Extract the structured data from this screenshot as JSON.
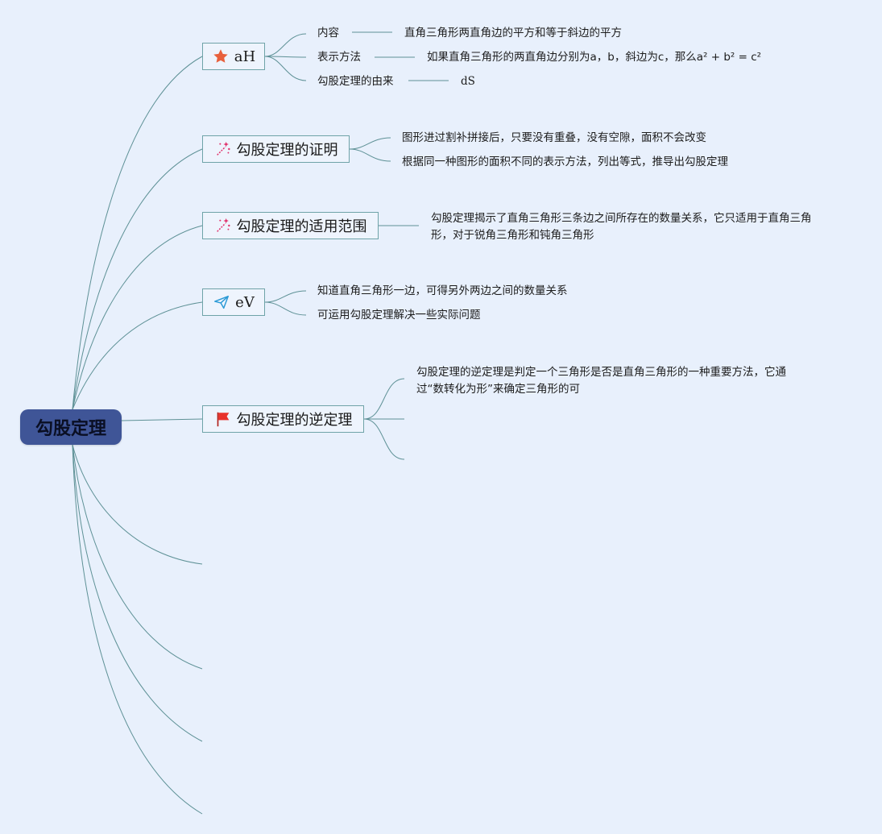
{
  "root": {
    "label": "勾股定理"
  },
  "branches": [
    {
      "label": "aH",
      "icon": "star-icon",
      "children": [
        {
          "label": "内容",
          "detail": "直角三角形两直角边的平方和等于斜边的平方"
        },
        {
          "label": "表示方法",
          "detail": "如果直角三角形的两直角边分别为a，b，斜边为c，那么a² + b² = c²"
        },
        {
          "label": "勾股定理的由来",
          "detail": "dS"
        }
      ]
    },
    {
      "label": "勾股定理的证明",
      "icon": "sparkle-icon",
      "children": [
        {
          "label": "图形进过割补拼接后，只要没有重叠，没有空隙，面积不会改变"
        },
        {
          "label": "根据同一种图形的面积不同的表示方法，列出等式，推导出勾股定理"
        }
      ]
    },
    {
      "label": "勾股定理的适用范围",
      "icon": "sparkle-icon",
      "children": [
        {
          "label": "勾股定理揭示了直角三角形三条边之间所存在的数量关系，它只适用于直角三角形，对于锐角三角形和钝角三角形"
        }
      ]
    },
    {
      "label": "eV",
      "icon": "paper-plane-icon",
      "children": [
        {
          "label": "知道直角三角形一边，可得另外两边之间的数量关系"
        },
        {
          "label": "可运用勾股定理解决一些实际问题"
        }
      ]
    },
    {
      "label": "勾股定理的逆定理",
      "icon": "flag-icon",
      "children": [
        {
          "label": "勾股定理的逆定理是判定一个三角形是否是直角三角形的一种重要方法，它通过“数转化为形”来确定三角形的可"
        }
      ]
    }
  ],
  "colors": {
    "background": "#e8f0fc",
    "root_fill": "#3f5597",
    "connector": "#5e9196",
    "node_border": "#6fa3a8",
    "star": "#e8603c",
    "sparkle": "#e0306a",
    "plane": "#2b9ad6",
    "flag": "#e8322a"
  }
}
